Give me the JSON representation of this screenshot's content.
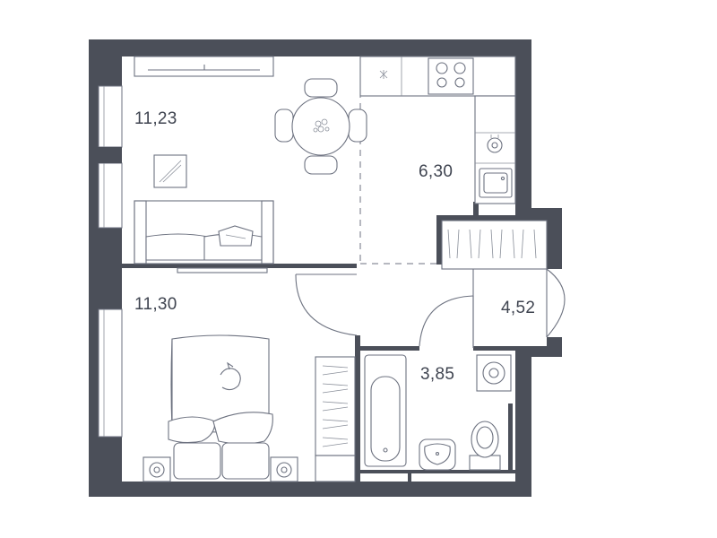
{
  "rooms": [
    {
      "id": "living",
      "area": "11,23"
    },
    {
      "id": "kitchen",
      "area": "6,30"
    },
    {
      "id": "bedroom",
      "area": "11,30"
    },
    {
      "id": "hallway",
      "area": "4,52"
    },
    {
      "id": "bathroom",
      "area": "3,85"
    }
  ],
  "colors": {
    "wall": "#4b4f59",
    "line": "#6d7280",
    "text": "#3f4450"
  }
}
